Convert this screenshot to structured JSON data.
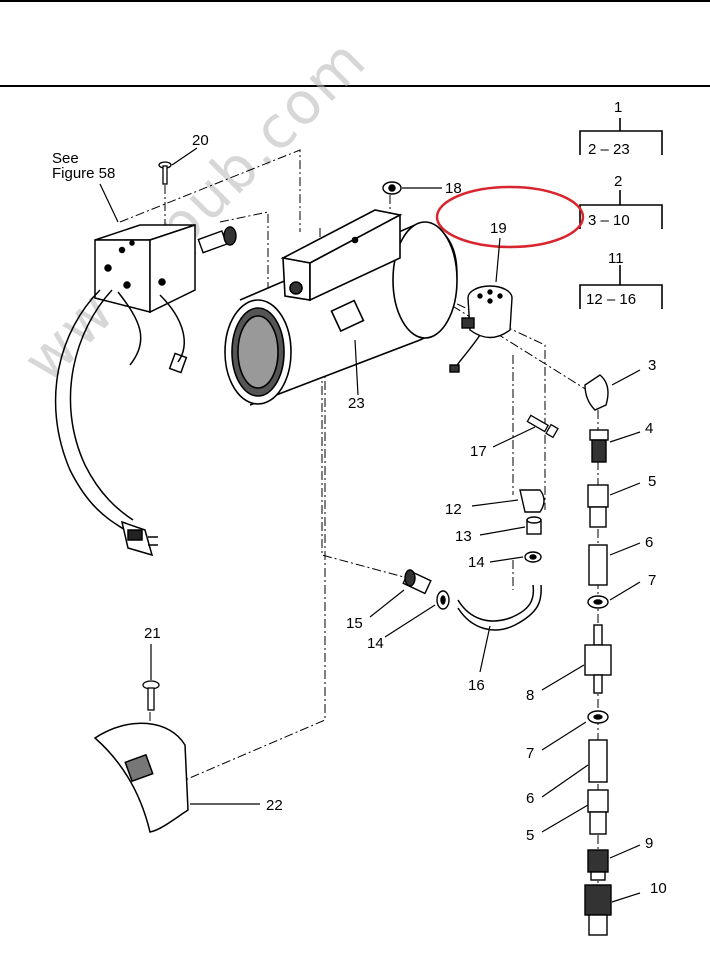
{
  "watermark": "www.tpub.com",
  "see_ref": {
    "line1": "See",
    "line2": "Figure 58"
  },
  "tree": [
    {
      "parent": "1",
      "range": "2 – 23"
    },
    {
      "parent": "2",
      "range": "3 – 10"
    },
    {
      "parent": "11",
      "range": "12 – 16"
    }
  ],
  "callouts": {
    "c3": "3",
    "c4": "4",
    "c5a": "5",
    "c6a": "6",
    "c7a": "7",
    "c8": "8",
    "c7b": "7",
    "c6b": "6",
    "c5b": "5",
    "c9": "9",
    "c10": "10",
    "c12": "12",
    "c13": "13",
    "c14a": "14",
    "c14b": "14",
    "c15": "15",
    "c16": "16",
    "c17": "17",
    "c18": "18",
    "c19": "19",
    "c20": "20",
    "c21": "21",
    "c22": "22",
    "c23": "23"
  },
  "highlight_color": "#d8262e"
}
